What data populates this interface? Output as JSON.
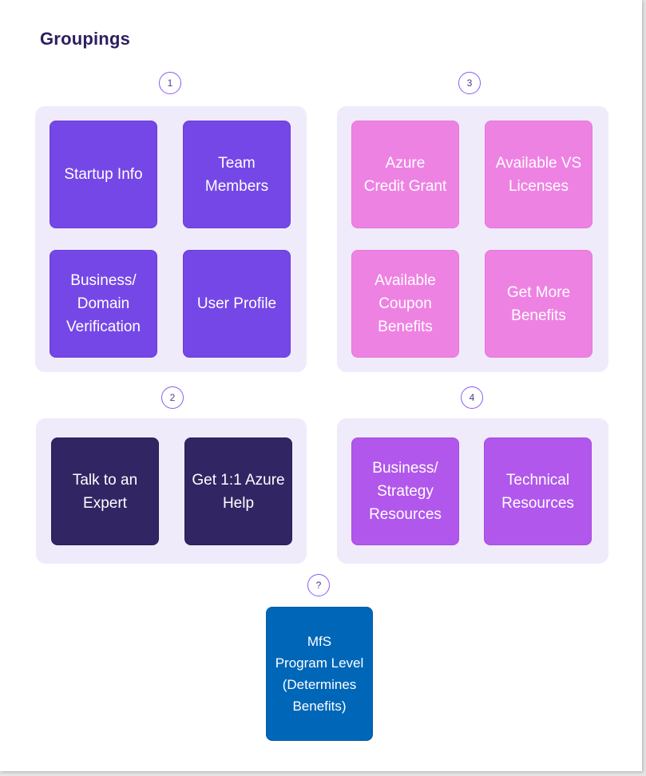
{
  "title": "Groupings",
  "groups": [
    {
      "badge": "1",
      "tiles": [
        "Startup Info",
        "Team\nMembers",
        "Business/\nDomain\nVerification",
        "User Profile"
      ]
    },
    {
      "badge": "2",
      "tiles": [
        "Talk to an\nExpert",
        "Get 1:1 Azure\nHelp"
      ]
    },
    {
      "badge": "3",
      "tiles": [
        "Azure\nCredit Grant",
        "Available VS\nLicenses",
        "Available\nCoupon\nBenefits",
        "Get More\nBenefits"
      ]
    },
    {
      "badge": "4",
      "tiles": [
        "Business/\nStrategy\nResources",
        "Technical\nResources"
      ]
    }
  ],
  "unassigned": {
    "badge": "?",
    "tile": "MfS\nProgram Level\n(Determines\nBenefits)"
  },
  "colors": {
    "group1": "#7547e6",
    "group2": "#322564",
    "group3": "#ee82e3",
    "group4": "#b157ec",
    "unassigned": "#0067b8",
    "group_background": "#efebfa"
  }
}
